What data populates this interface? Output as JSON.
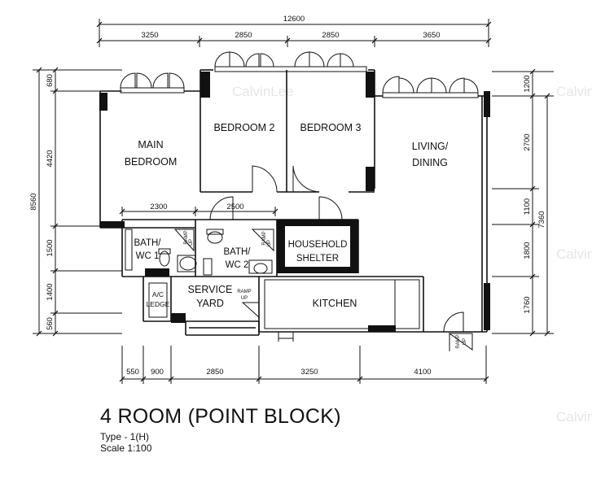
{
  "title": "4 ROOM (POINT BLOCK)",
  "type_line": "Type - 1(H)",
  "scale_line": "Scale 1:100",
  "watermark": "CalvinLee",
  "dims": {
    "top_total": "12600",
    "top": [
      "3250",
      "2850",
      "2850",
      "3650"
    ],
    "left_total": "8560",
    "left": [
      "680",
      "4420",
      "1500",
      "1400",
      "560"
    ],
    "right_total": "7360",
    "right": [
      "1200",
      "2700",
      "1100",
      "1800",
      "1760"
    ],
    "bottom": [
      "550",
      "900",
      "2850",
      "3250",
      "4100"
    ],
    "inner_1": "2300",
    "inner_2": "2500"
  },
  "rooms": {
    "main_bedroom_1": "MAIN",
    "main_bedroom_2": "BEDROOM",
    "bedroom_2": "BEDROOM 2",
    "bedroom_3": "BEDROOM 3",
    "living_1": "LIVING/",
    "living_2": "DINING",
    "bath1_1": "BATH/",
    "bath1_2": "WC 1",
    "bath2_1": "BATH/",
    "bath2_2": "WC 2",
    "shelter_1": "HOUSEHOLD",
    "shelter_2": "SHELTER",
    "service_1": "SERVICE",
    "service_2": "YARD",
    "kitchen": "KITCHEN",
    "ac_1": "A/C",
    "ac_2": "LEDGE"
  },
  "ramp": {
    "a": "RAMP",
    "b": "UP"
  }
}
